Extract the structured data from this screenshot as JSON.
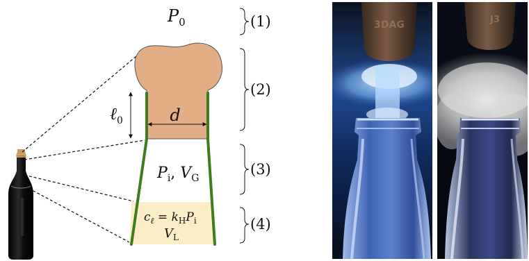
{
  "diagram": {
    "pressure_outside": {
      "symbol": "P",
      "sub": "0"
    },
    "length_label": {
      "symbol": "ℓ",
      "sub": "0"
    },
    "diameter_label": "d",
    "gas_label": {
      "p": "P",
      "p_sub": "i",
      "sep": ", ",
      "v": "V",
      "v_sub": "G"
    },
    "liquid_label": {
      "lhs": "c",
      "lhs_sub": "ℓ",
      "eq": " = ",
      "k": "k",
      "k_sub": "H",
      "p": "P",
      "p_sub": "i",
      "v": "V",
      "v_sub": "L"
    },
    "zones": [
      "(1)",
      "(2)",
      "(3)",
      "(4)"
    ],
    "colors": {
      "cork": "#E2AE86",
      "cork_outline": "#555555",
      "liquid": "#FBEEC7",
      "neck": "#3E7D1E",
      "bottle": "#101010"
    }
  },
  "photos": [
    {
      "description": "cork-popping-with-blue-fog"
    },
    {
      "description": "cork-popping-with-white-fog"
    }
  ]
}
